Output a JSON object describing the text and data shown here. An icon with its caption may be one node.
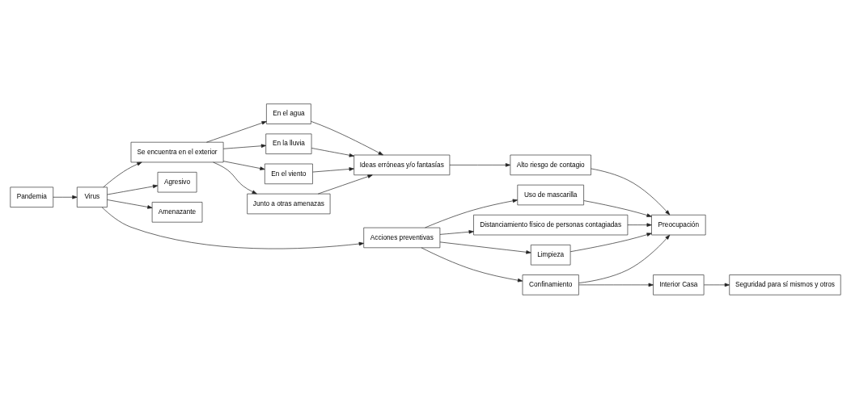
{
  "diagram": {
    "nodes": [
      {
        "text": [
          "Pandemia"
        ]
      },
      {
        "text": [
          "Virus"
        ]
      },
      {
        "text": [
          "Se encuentra en el exterior"
        ]
      },
      {
        "text": [
          "Agresivo"
        ]
      },
      {
        "text": [
          "Amenazante"
        ]
      },
      {
        "text": [
          "En el agua"
        ]
      },
      {
        "text": [
          "En la lluvia"
        ]
      },
      {
        "text": [
          "En el viento"
        ]
      },
      {
        "text": [
          "Junto a otras amenazas"
        ]
      },
      {
        "text": [
          "Ideas erróneas y/o fantasías"
        ]
      },
      {
        "text": [
          "Alto riesgo de contagio"
        ]
      },
      {
        "text": [
          "Preocupación"
        ]
      },
      {
        "text": [
          "Acciones preventivas"
        ]
      },
      {
        "text": [
          "Uso de mascarilla"
        ]
      },
      {
        "text": [
          "Confinamiento"
        ]
      },
      {
        "text": [
          "Interior Casa"
        ]
      },
      {
        "text": [
          "Seguridad para sí mismos y otros"
        ]
      },
      {
        "text": [
          "Distanciamiento físico de personas contagiadas"
        ]
      },
      {
        "text": [
          "Limpieza"
        ]
      }
    ],
    "edges": [
      {
        "from": 0,
        "to": 1,
        "arrow": "to"
      },
      {
        "from": 1,
        "to": 2,
        "arrow": "to"
      },
      {
        "from": 1,
        "to": 3,
        "arrow": "to"
      },
      {
        "from": 1,
        "to": 4,
        "arrow": "to"
      },
      {
        "from": 1,
        "to": 12,
        "arrow": "to"
      },
      {
        "from": 2,
        "to": 5,
        "arrow": "to"
      },
      {
        "from": 2,
        "to": 6,
        "arrow": "to"
      },
      {
        "from": 2,
        "to": 7,
        "arrow": "to"
      },
      {
        "from": 2,
        "to": 8,
        "arrow": "to"
      },
      {
        "from": 5,
        "to": 9,
        "arrow": "to"
      },
      {
        "from": 6,
        "to": 9,
        "arrow": "to"
      },
      {
        "from": 7,
        "to": 9,
        "arrow": "to"
      },
      {
        "from": 8,
        "to": 9,
        "arrow": "to"
      },
      {
        "from": 9,
        "to": 10,
        "arrow": "to"
      },
      {
        "from": 10,
        "to": 11,
        "arrow": "to"
      },
      {
        "from": 12,
        "to": 13,
        "arrow": "to"
      },
      {
        "from": 12,
        "to": 14,
        "arrow": "to"
      },
      {
        "from": 12,
        "to": 17,
        "arrow": "to"
      },
      {
        "from": 12,
        "to": 18,
        "arrow": "to"
      },
      {
        "from": 13,
        "to": 11,
        "arrow": "to"
      },
      {
        "from": 14,
        "to": 11,
        "arrow": "to"
      },
      {
        "from": 14,
        "to": 15,
        "arrow": "to"
      },
      {
        "from": 15,
        "to": 16,
        "arrow": "to"
      },
      {
        "from": 17,
        "to": 11,
        "arrow": "to"
      },
      {
        "from": 18,
        "to": 11,
        "arrow": "to"
      }
    ]
  }
}
